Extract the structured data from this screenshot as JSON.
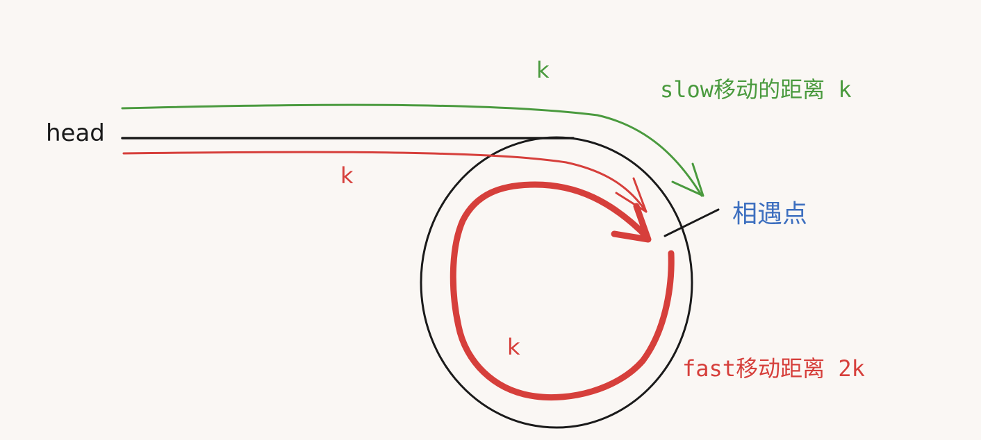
{
  "labels": {
    "head": "head",
    "slow_k": "k",
    "slow_desc": "slow移动的距离 k",
    "fast_k_line": "k",
    "meet_point": "相遇点",
    "fast_k_loop": "k",
    "fast_desc": "fast移动距离 2k"
  },
  "colors": {
    "background": "#faf7f4",
    "list": "#1a1a1a",
    "slow": "#4a9a3e",
    "fast": "#d63f3b",
    "meet": "#3d6fbf"
  }
}
